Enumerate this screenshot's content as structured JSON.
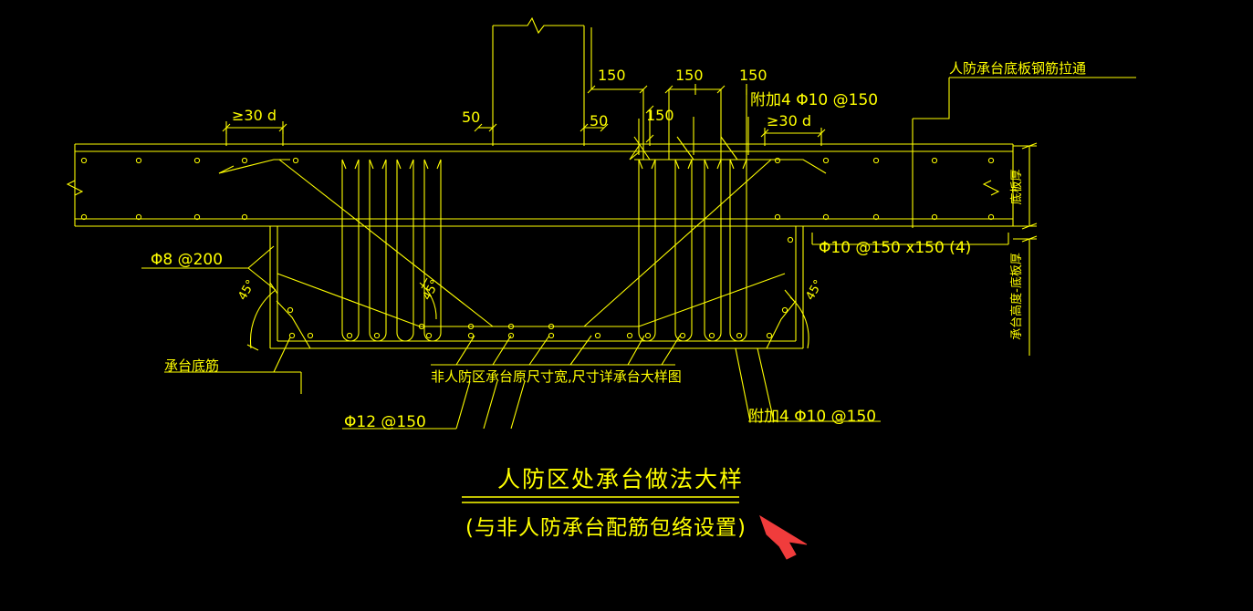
{
  "drawing": {
    "title": "人防区处承台做法大样",
    "subtitle": "(与非人防承台配筋包络设置)",
    "background_color": "#000000",
    "line_color": "#ffff00",
    "cursor_color": "#f03c3c"
  },
  "dimensions": {
    "left_anchor": "≥30 d",
    "right_anchor": "≥30 d",
    "cover_left": "50",
    "cover_right": "50",
    "spacing_1": "150",
    "spacing_2": "150",
    "spacing_3": "150",
    "spacing_vertical": "150"
  },
  "annotations": {
    "top_right_note": "人防承台底板钢筋拉通",
    "added_bar_top": "附加4 Φ10 @150",
    "added_bar_bottom": "附加4 Φ10 @150",
    "stirrup_left": "Φ8 @200",
    "cap_bottom_bar": "承台底筋",
    "cap_width_note": "非人防区承台原尺寸宽,尺寸详承台大样图",
    "bottom_bar_spec": "Φ12 @150",
    "mesh_spec": "Φ10 @150 x150 (4)",
    "angle_left": "45°",
    "angle_mid": "45°",
    "angle_right": "45°",
    "vertical_slab_thickness": "底板厚",
    "vertical_cap_height": "承台高度-底板厚"
  }
}
